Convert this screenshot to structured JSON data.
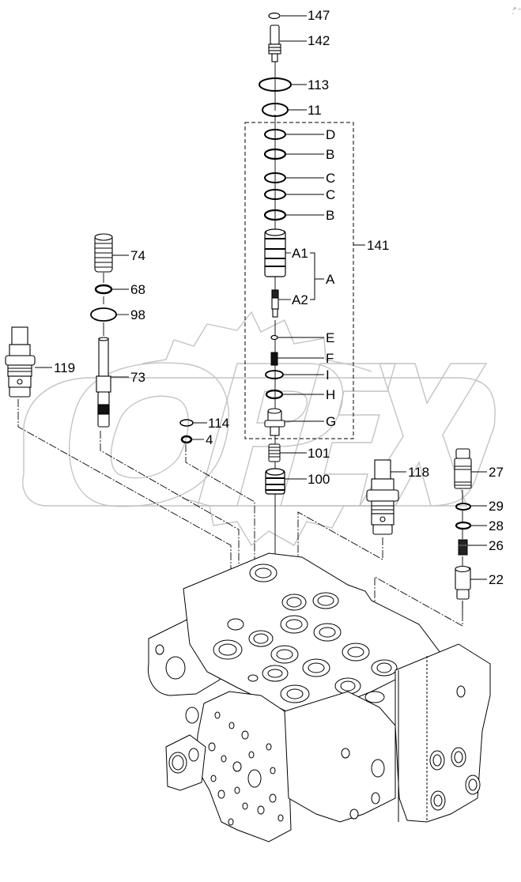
{
  "diagram": {
    "type": "exploded-parts-diagram",
    "subject": "Control valve assembly",
    "watermark": "OPEX",
    "watermark_color": "#bdbdbd",
    "line_color": "#000000",
    "group_label": "141",
    "subgroup_label": "A",
    "corner_mark": "↗ ---",
    "callouts": [
      {
        "id": "147",
        "label": "147"
      },
      {
        "id": "142",
        "label": "142"
      },
      {
        "id": "113",
        "label": "113"
      },
      {
        "id": "11",
        "label": "11"
      },
      {
        "id": "D",
        "label": "D"
      },
      {
        "id": "B1",
        "label": "B"
      },
      {
        "id": "C1",
        "label": "C"
      },
      {
        "id": "C2",
        "label": "C"
      },
      {
        "id": "B2",
        "label": "B"
      },
      {
        "id": "A1",
        "label": "A1"
      },
      {
        "id": "A2",
        "label": "A2"
      },
      {
        "id": "E",
        "label": "E"
      },
      {
        "id": "F",
        "label": "F"
      },
      {
        "id": "I",
        "label": "I"
      },
      {
        "id": "H",
        "label": "H"
      },
      {
        "id": "G",
        "label": "G"
      },
      {
        "id": "101",
        "label": "101"
      },
      {
        "id": "100",
        "label": "100"
      },
      {
        "id": "74",
        "label": "74"
      },
      {
        "id": "68",
        "label": "68"
      },
      {
        "id": "98",
        "label": "98"
      },
      {
        "id": "73",
        "label": "73"
      },
      {
        "id": "119",
        "label": "119"
      },
      {
        "id": "114",
        "label": "114"
      },
      {
        "id": "4",
        "label": "4"
      },
      {
        "id": "118",
        "label": "118"
      },
      {
        "id": "27",
        "label": "27"
      },
      {
        "id": "29",
        "label": "29"
      },
      {
        "id": "28",
        "label": "28"
      },
      {
        "id": "26",
        "label": "26"
      },
      {
        "id": "22",
        "label": "22"
      }
    ]
  }
}
